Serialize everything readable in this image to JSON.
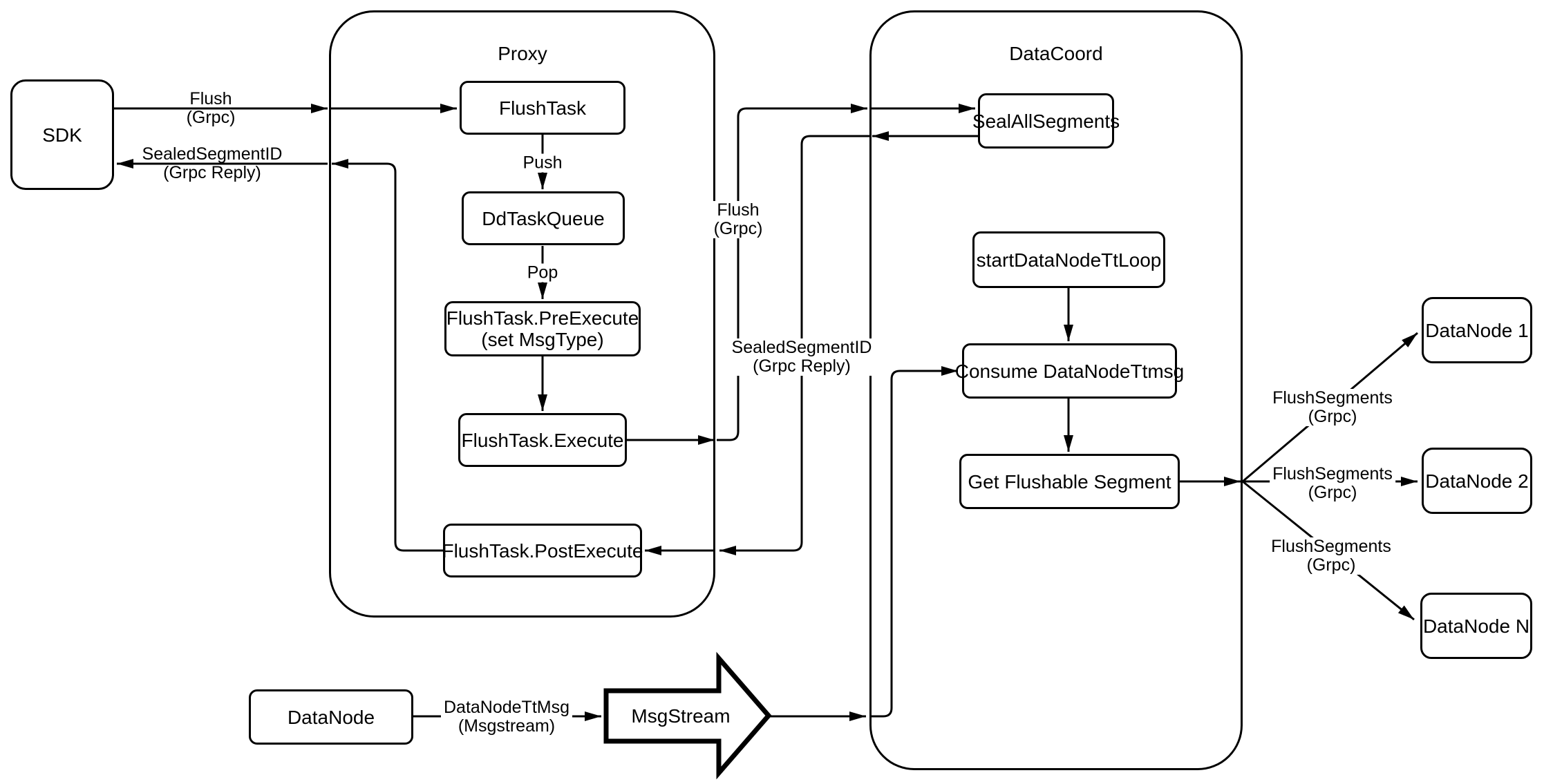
{
  "containers": {
    "proxy": {
      "title": "Proxy"
    },
    "datacoord": {
      "title": "DataCoord"
    }
  },
  "nodes": {
    "sdk": {
      "label": "SDK"
    },
    "flush_task": {
      "label": "FlushTask"
    },
    "dd_task_queue": {
      "label": "DdTaskQueue"
    },
    "pre_execute": {
      "line1": "FlushTask.PreExecute",
      "line2": "(set MsgType)"
    },
    "execute": {
      "label": "FlushTask.Execute"
    },
    "post_execute": {
      "label": "FlushTask.PostExecute"
    },
    "seal_all_segments": {
      "label": "SealAllSegments"
    },
    "start_datanode_tt_loop": {
      "label": "startDataNodeTtLoop"
    },
    "consume_datanode_ttmsg": {
      "label": "Consume DataNodeTtmsg"
    },
    "get_flushable_segment": {
      "label": "Get Flushable Segment"
    },
    "datanode_1": {
      "label": "DataNode 1"
    },
    "datanode_2": {
      "label": "DataNode 2"
    },
    "datanode_n": {
      "label": "DataNode N"
    },
    "datanode": {
      "label": "DataNode"
    },
    "msgstream": {
      "label": "MsgStream"
    }
  },
  "edge_labels": {
    "sdk_flush": {
      "line1": "Flush",
      "line2": "(Grpc)"
    },
    "sdk_reply": {
      "line1": "SealedSegmentID",
      "line2": "(Grpc Reply)"
    },
    "push": {
      "label": "Push"
    },
    "pop": {
      "label": "Pop"
    },
    "flush_grpc_vertical": {
      "line1": "Flush",
      "line2": "(Grpc)"
    },
    "sealed_reply_vertical": {
      "line1": "SealedSegmentID",
      "line2": "(Grpc Reply)"
    },
    "flush_segments_1": {
      "line1": "FlushSegments",
      "line2": "(Grpc)"
    },
    "flush_segments_2": {
      "line1": "FlushSegments",
      "line2": "(Grpc)"
    },
    "flush_segments_3": {
      "line1": "FlushSegments",
      "line2": "(Grpc)"
    },
    "datanode_ttmsg": {
      "line1": "DataNodeTtMsg",
      "line2": "(Msgstream)"
    }
  },
  "colors": {
    "stroke": "#000000",
    "node_fill": "#ffffff",
    "background": "#ffffff"
  }
}
